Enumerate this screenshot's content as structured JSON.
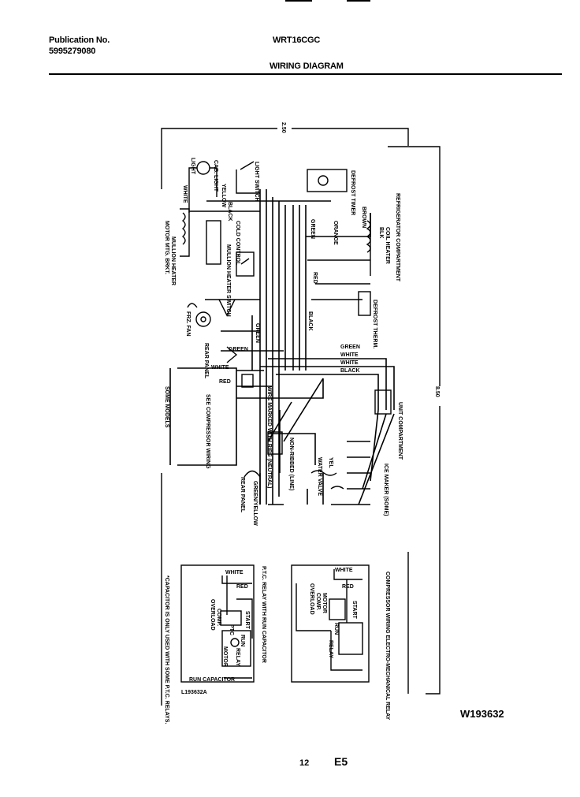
{
  "header": {
    "publication_label": "Publication No.",
    "publication_number": "5995279080",
    "model": "WRT16CGC",
    "title": "WIRING DIAGRAM"
  },
  "diagram": {
    "dim_top": "2.50",
    "dim_right": "8.50",
    "refrigerator_compartment": "REFRIGERATOR COMPARTMENT",
    "unit_compartment": "UNIT COMPARTMENT",
    "labels": {
      "light": "LIGHT",
      "cab_light": "CAB. LIGHT",
      "light_switch": "LIGHT SWITCH",
      "defrost_timer": "DEFROST TIMER",
      "yellow": "YELLOW",
      "black": "BLACK",
      "white": "WHITE",
      "brown": "BROWN",
      "orange": "ORANGE",
      "green": "GREEN",
      "red": "RED",
      "blk": "BLK",
      "coil_heater": "COIL HEATER",
      "mullion_heater": "MULLION HEATER",
      "motor_mtg_bkt": "MOTOR MTG. BRKT.",
      "mullion_heater_switch": "MULLION HEATER SWITCH",
      "cold_control": "COLD CONTROL",
      "defrost_therm": "DEFROST THERM.",
      "frz_fan": "FRZ. FAN",
      "rear_panel": "REAR PANEL",
      "see_compressor_wiring": "SEE COMPRESSOR WIRING",
      "some_models": "SOME MODELS",
      "neutral": "WIRE MARKED WITH RIBS (NEUTRAL)",
      "non_ribbed": "NON-RIBBED (LINE)",
      "water_valve": "WATER VALVE",
      "ice_maker": "ICE MAKER (SOME)",
      "rear_panel_2": "REAR PANEL",
      "yel": "YEL",
      "green_yellow": "GREEN/YELLOW"
    }
  },
  "ptc_panel": {
    "title": "P.T.C. RELAY WITH RUN CAPACITOR",
    "white": "WHITE",
    "red": "RED",
    "overload": "OVERLOAD",
    "comp": "COMP.",
    "motor": "MOTOR",
    "ptc": "PTC",
    "relay": "RELAY",
    "start": "START",
    "run": "RUN",
    "run_capacitor": "RUN CAPACITOR",
    "note": "*CAPACITOR IS ONLY USED WITH SOME P.T.C. RELAYS.",
    "code": "L193632A"
  },
  "em_panel": {
    "title": "COMPRESSOR WIRING ELECTRO-MECHANICAL RELAY",
    "white": "WHITE",
    "red": "RED",
    "overload": "OVERLOAD",
    "comp": "COMP.",
    "motor": "MOTOR",
    "start": "START",
    "run": "RUN",
    "relay": "RELAY"
  },
  "footer": {
    "doc_code": "W193632",
    "page": "12",
    "section": "E5"
  }
}
